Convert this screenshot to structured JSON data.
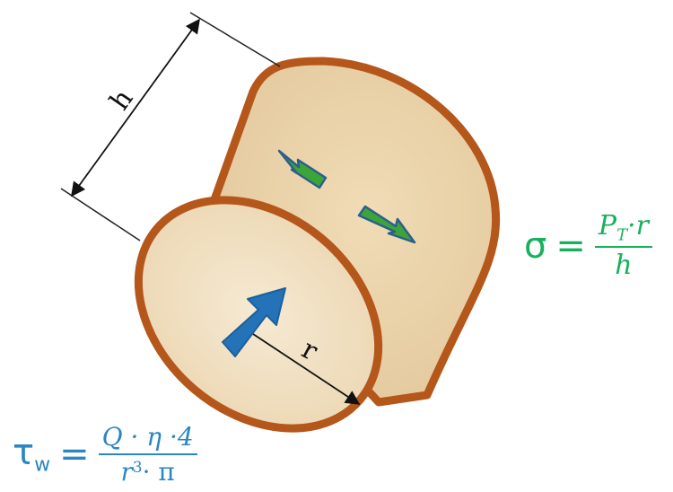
{
  "labels": {
    "height": "h",
    "radius": "r"
  },
  "formula_sigma": {
    "lhs": "σ",
    "eq": "=",
    "num_main": "P",
    "num_sub": "T",
    "num_tail": "·r",
    "den": "h"
  },
  "formula_tau": {
    "lhs": "τ",
    "lhs_sub": "w",
    "eq": "=",
    "numerator": "Q · η ·4",
    "den_base": "r",
    "den_exp": "3",
    "den_tail": "· π"
  },
  "colors": {
    "tube_outline": "#b5561a",
    "tube_fill": "#ead5ad",
    "end_face_fill": "#f1e2c7",
    "green_arrow": "#3ca53a",
    "blue_arrow": "#2473b8",
    "sigma_text": "#16b15a",
    "tau_text": "#2b86c4"
  }
}
